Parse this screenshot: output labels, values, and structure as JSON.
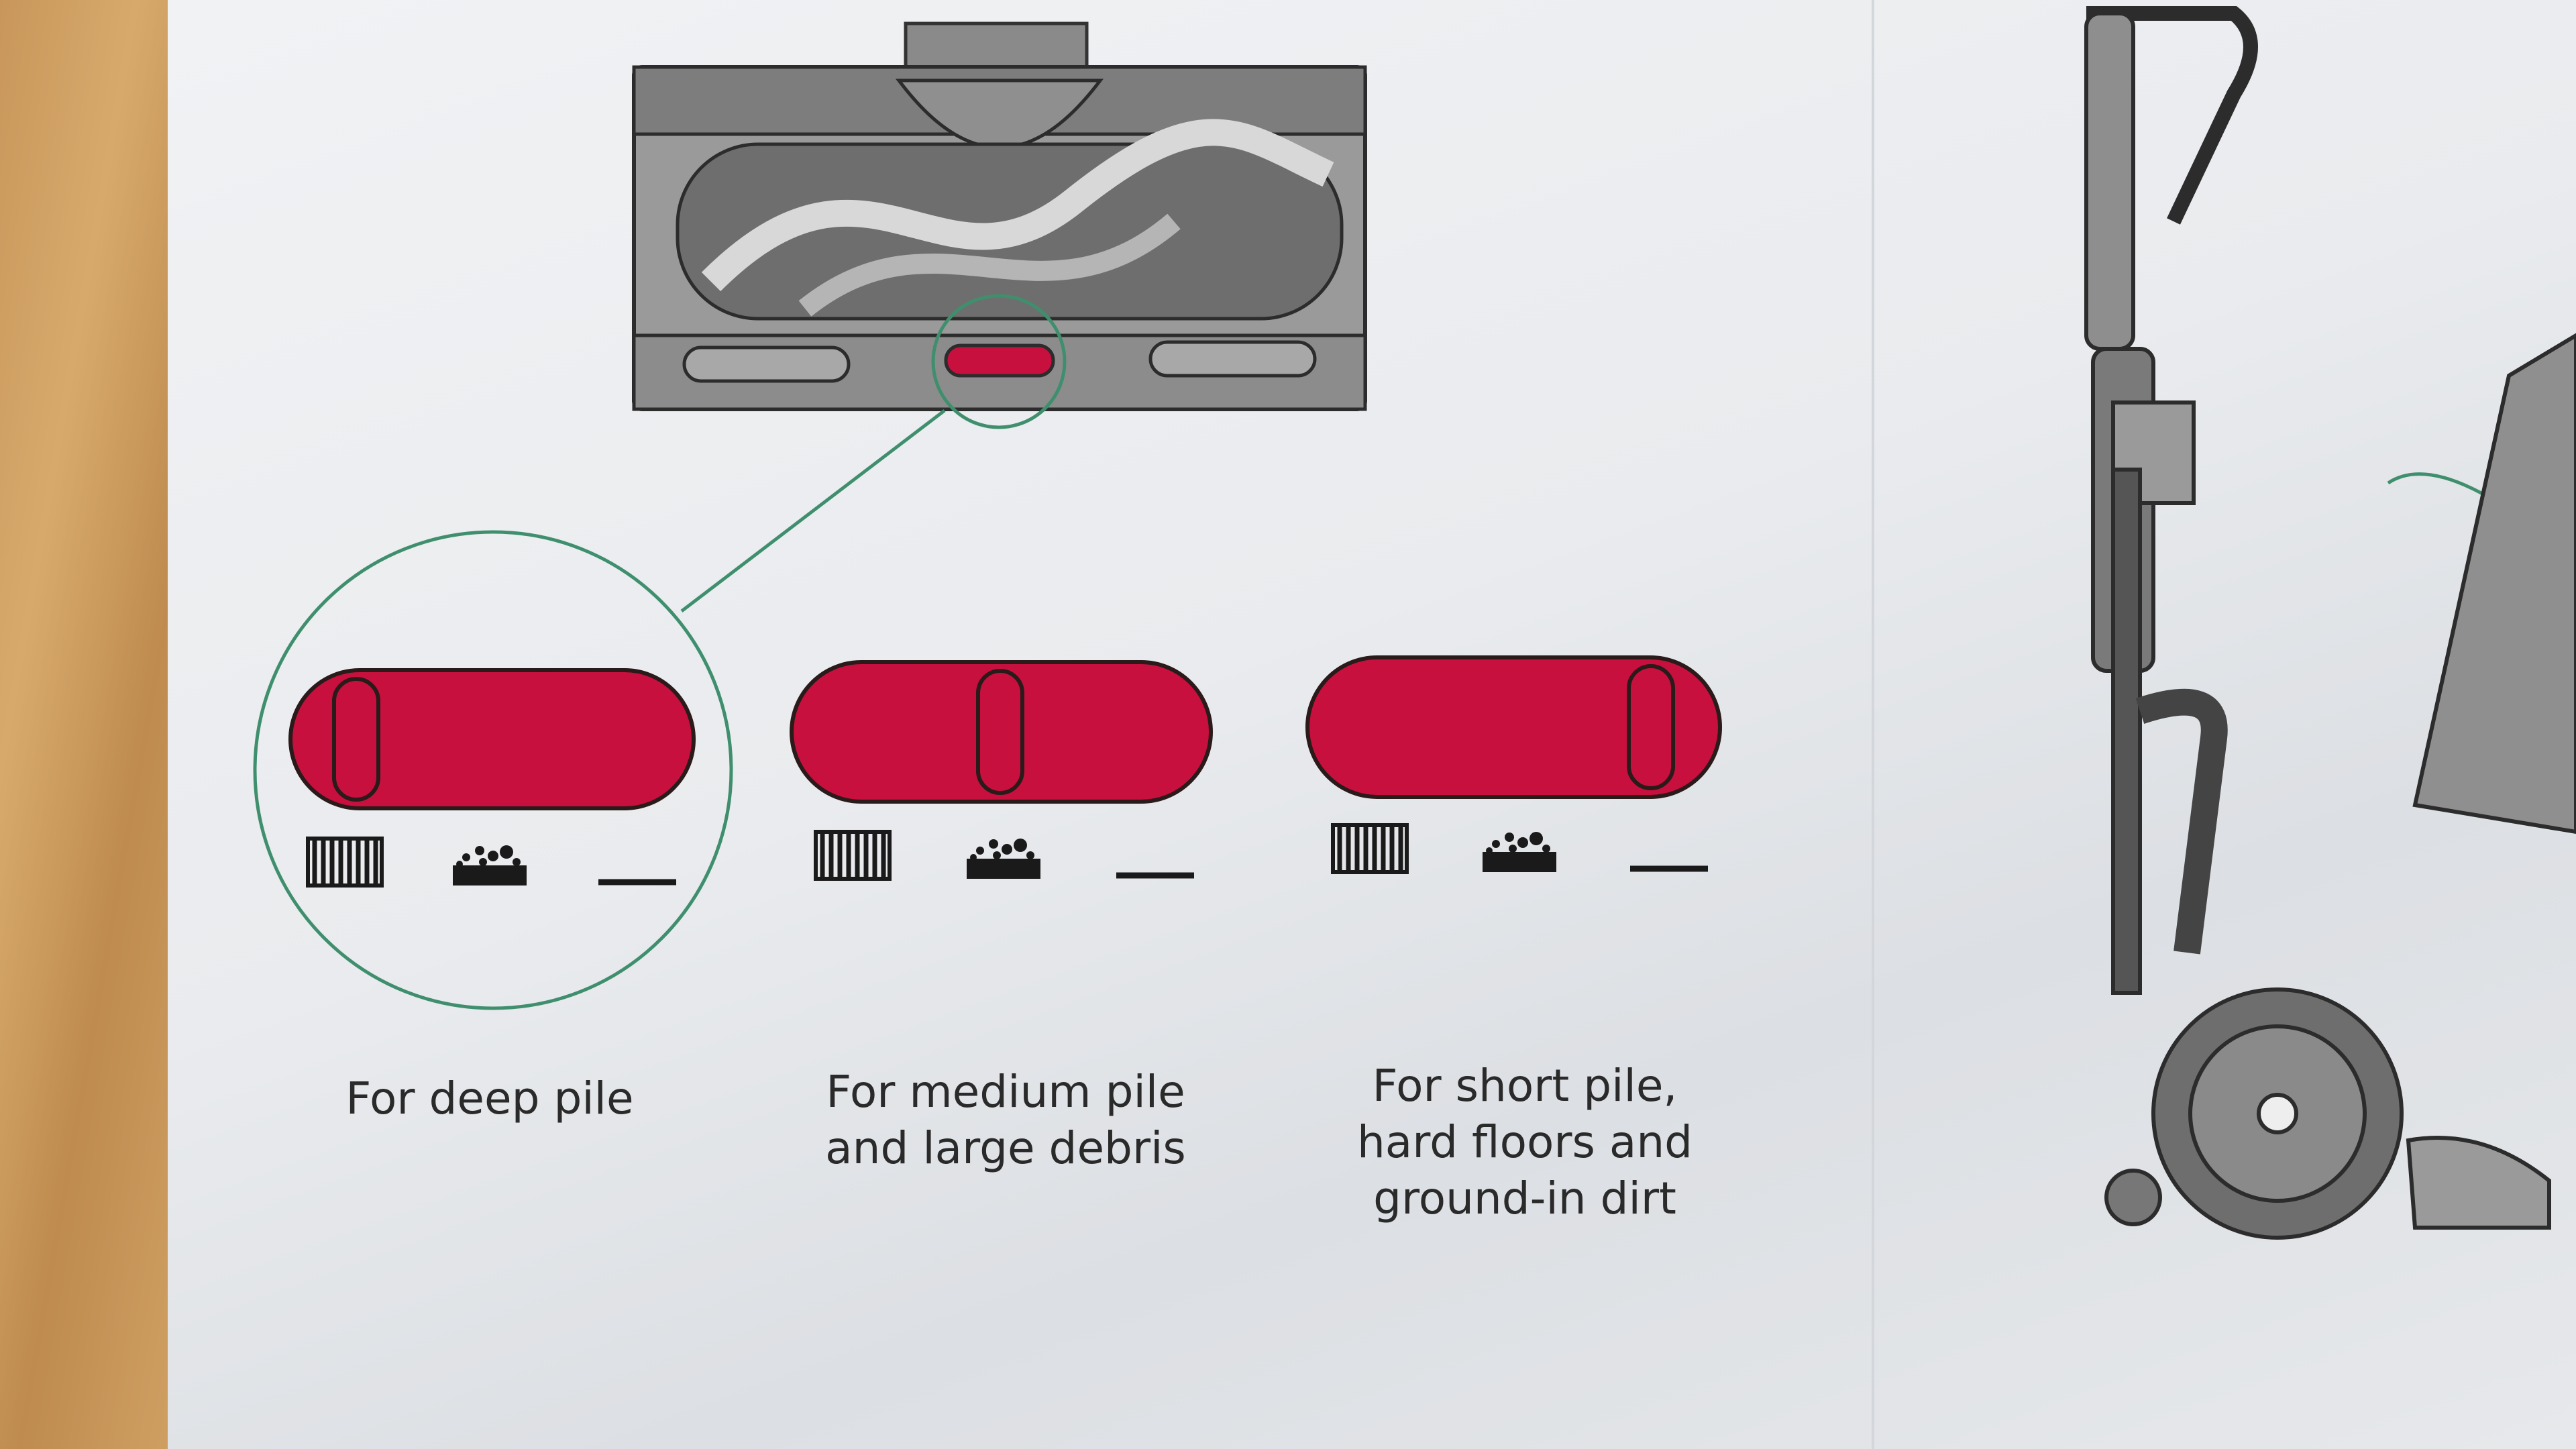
{
  "settings": [
    {
      "name": "deep-pile",
      "lines": [
        "For deep pile"
      ],
      "slider_position": "left"
    },
    {
      "name": "medium-pile",
      "lines": [
        "For medium pile",
        "and large debris"
      ],
      "slider_position": "middle"
    },
    {
      "name": "short-pile",
      "lines": [
        "For short pile,",
        "hard floors and",
        "ground-in dirt"
      ],
      "slider_position": "right"
    }
  ],
  "colors": {
    "slider": "#c8103e",
    "callout": "#3f8f6e",
    "paper": "#eceef1"
  }
}
